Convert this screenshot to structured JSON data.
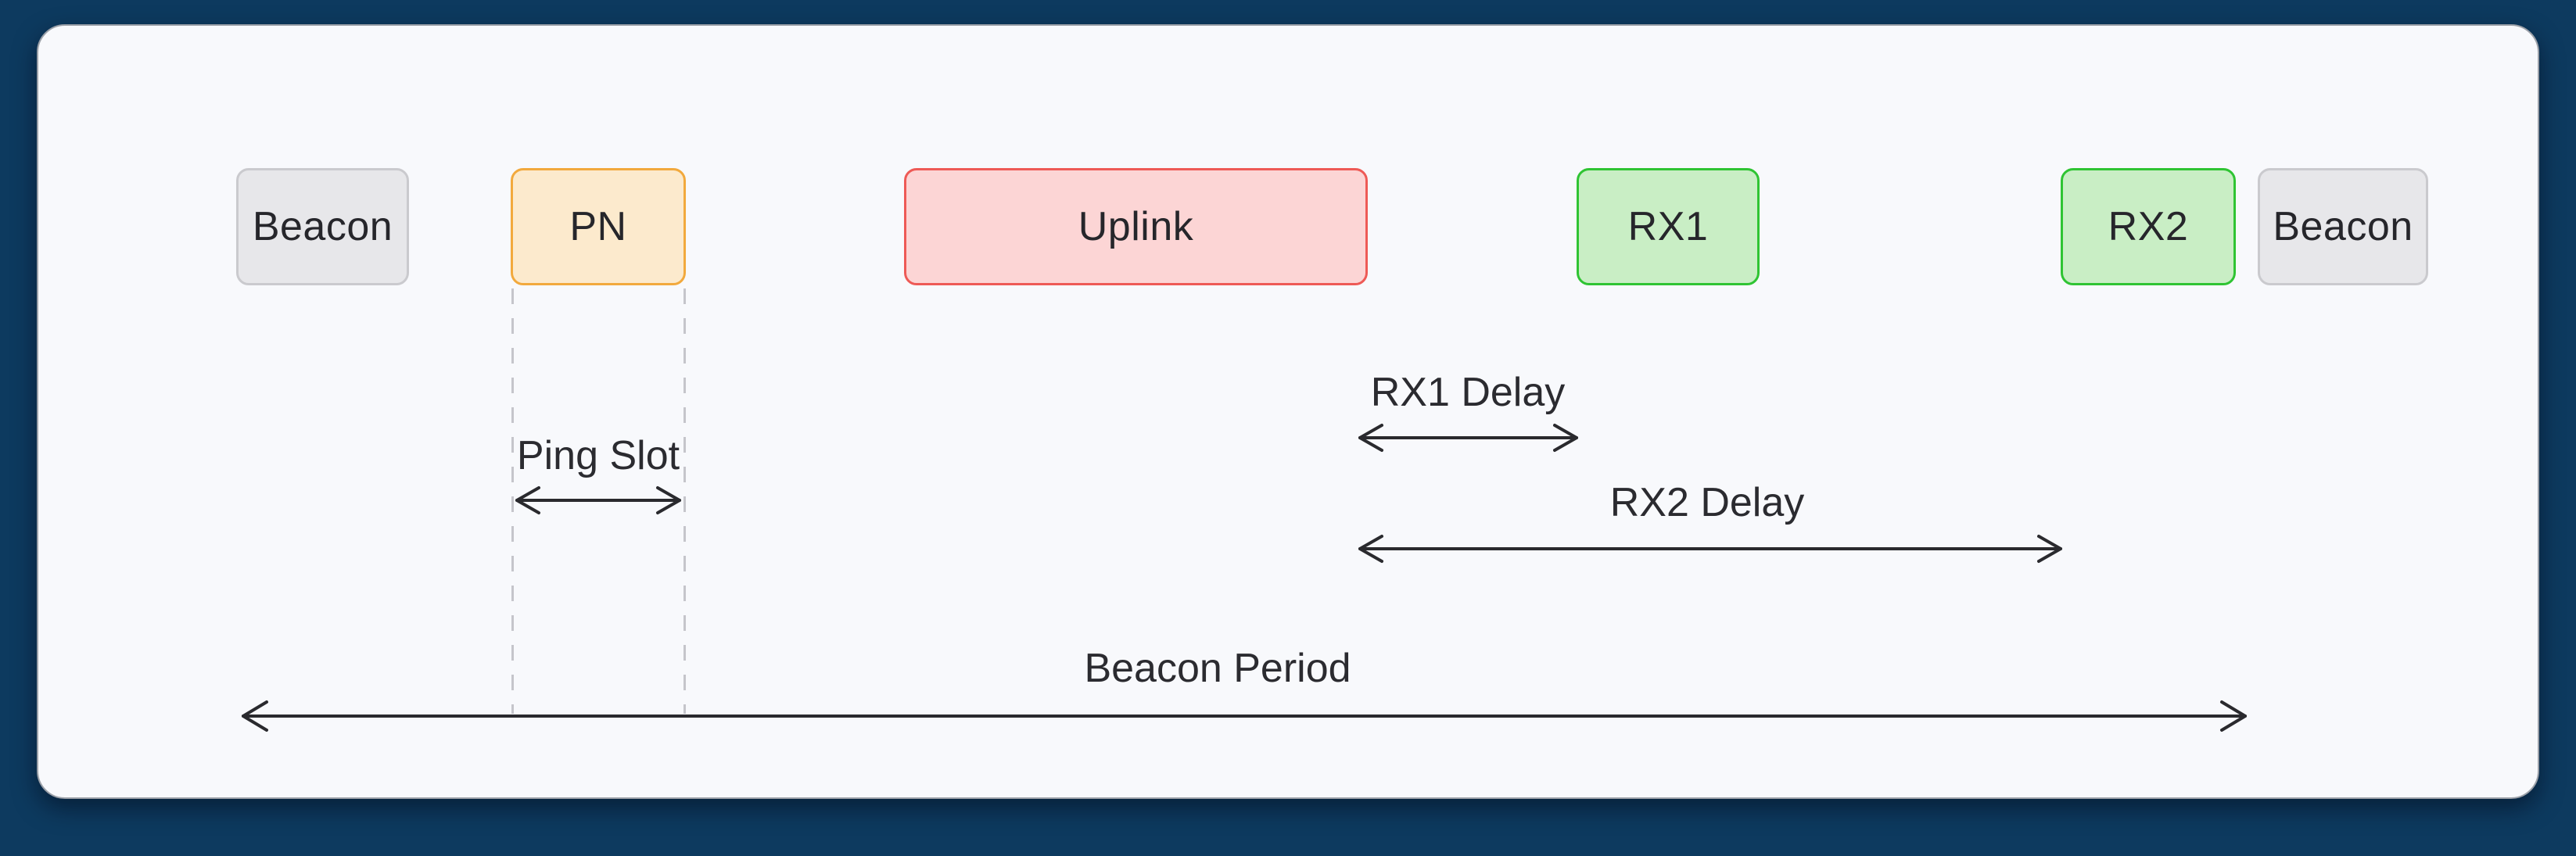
{
  "diagram": {
    "title_semantics": "Class B timing diagram",
    "boxes": [
      {
        "id": "beacon-start",
        "label": "Beacon",
        "type": "beacon"
      },
      {
        "id": "pn",
        "label": "PN",
        "type": "ping-slot"
      },
      {
        "id": "uplink",
        "label": "Uplink",
        "type": "uplink"
      },
      {
        "id": "rx1",
        "label": "RX1",
        "type": "rx-window"
      },
      {
        "id": "rx2",
        "label": "RX2",
        "type": "rx-window"
      },
      {
        "id": "beacon-end",
        "label": "Beacon",
        "type": "beacon"
      }
    ],
    "annotations": [
      {
        "id": "ping-slot",
        "label": "Ping Slot",
        "from": "pn-left-edge",
        "to": "pn-right-edge"
      },
      {
        "id": "rx1-delay",
        "label": "RX1 Delay",
        "from": "uplink-end",
        "to": "rx1-start"
      },
      {
        "id": "rx2-delay",
        "label": "RX2 Delay",
        "from": "uplink-end",
        "to": "rx2-start"
      },
      {
        "id": "beacon-period",
        "label": "Beacon Period",
        "from": "beacon-start",
        "to": "beacon-end"
      }
    ],
    "colors": {
      "page_background": "#0d3a5f",
      "card_background": "#f8f9fc",
      "card_border": "#9ba0a8",
      "beacon_fill": "#e7e7ea",
      "beacon_border": "#cacace",
      "pn_fill": "#fceacd",
      "pn_border": "#f2a93d",
      "uplink_fill": "#fcd5d5",
      "uplink_border": "#ee5a56",
      "rx_fill": "#c9eec5",
      "rx_border": "#2fc433",
      "arrow_color": "#2a2a2e",
      "dashed_guide_color": "#c5c5cb",
      "text_color": "#26262b"
    }
  }
}
